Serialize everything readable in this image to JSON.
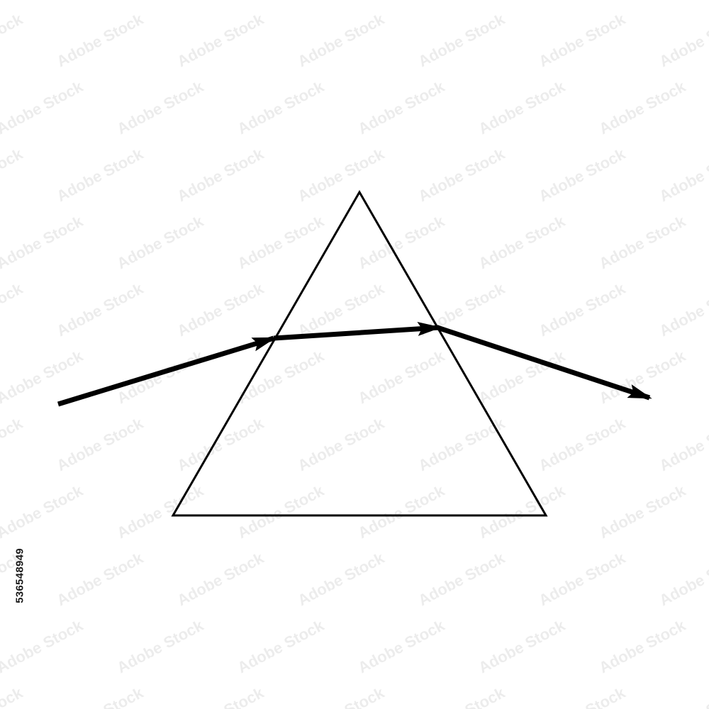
{
  "diagram": {
    "background_color": "#ffffff",
    "line_color": "#000000",
    "shapes": [
      "triangle-prism",
      "light-ray-incident",
      "light-ray-internal",
      "light-ray-emergent"
    ]
  },
  "stock_id": "536548949",
  "watermark": {
    "text": "Adobe Stock",
    "color": "#000000"
  }
}
